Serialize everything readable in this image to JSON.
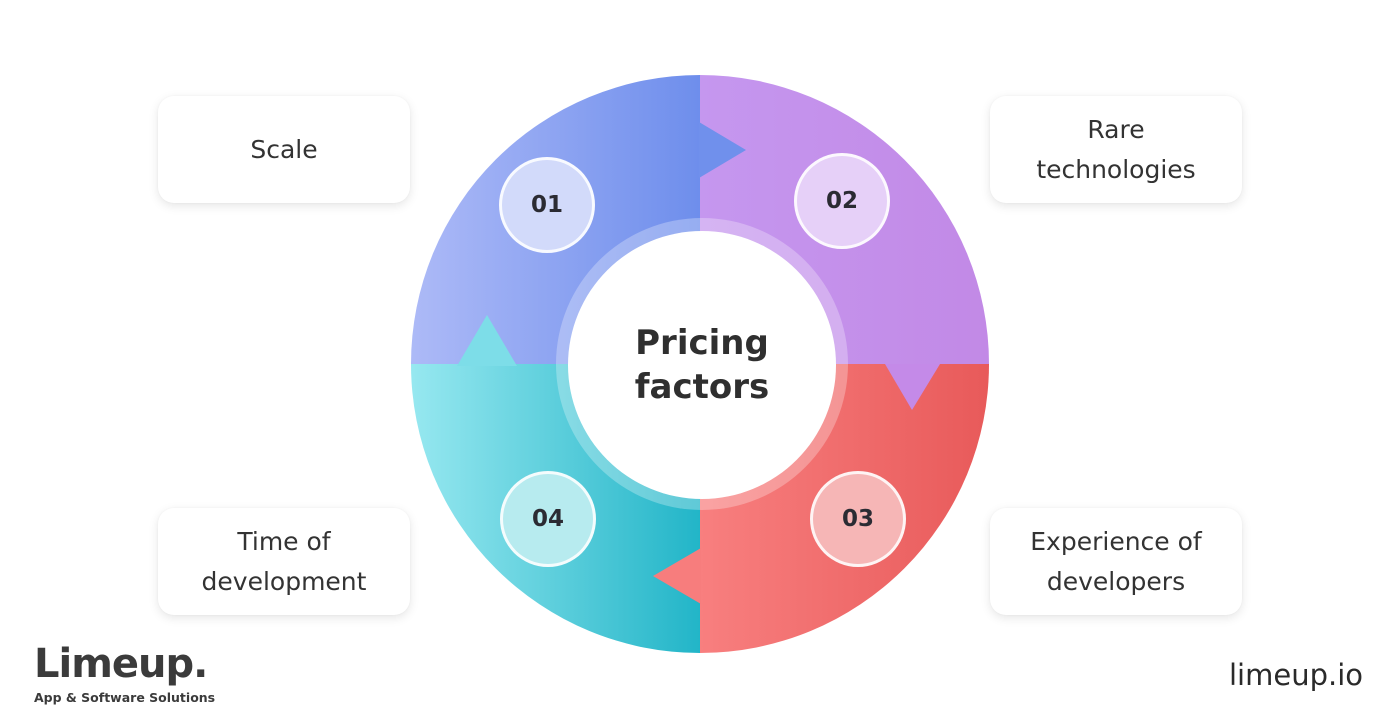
{
  "diagram": {
    "title": "Pricing\nfactors",
    "factors": [
      {
        "number": "01",
        "label": "Scale",
        "color_start": "#a9b6f6",
        "color_end": "#6f8fec",
        "badge_fill": "#d2dafa"
      },
      {
        "number": "02",
        "label": "Rare\ntechnologies",
        "color_start": "#c596ef",
        "color_end": "#c48ae8",
        "badge_fill": "#e6d0f8"
      },
      {
        "number": "03",
        "label": "Experience of\ndevelopers",
        "color_start": "#f77e7e",
        "color_end": "#e95c5c",
        "badge_fill": "#f6b6b6"
      },
      {
        "number": "04",
        "label": "Time of\ndevelopment",
        "color_start": "#93e6ee",
        "color_end": "#24b7c9",
        "badge_fill": "#b7ebef"
      }
    ]
  },
  "branding": {
    "logo_name": "Limeup.",
    "logo_tagline": "App & Software Solutions",
    "site_url": "limeup.io"
  }
}
